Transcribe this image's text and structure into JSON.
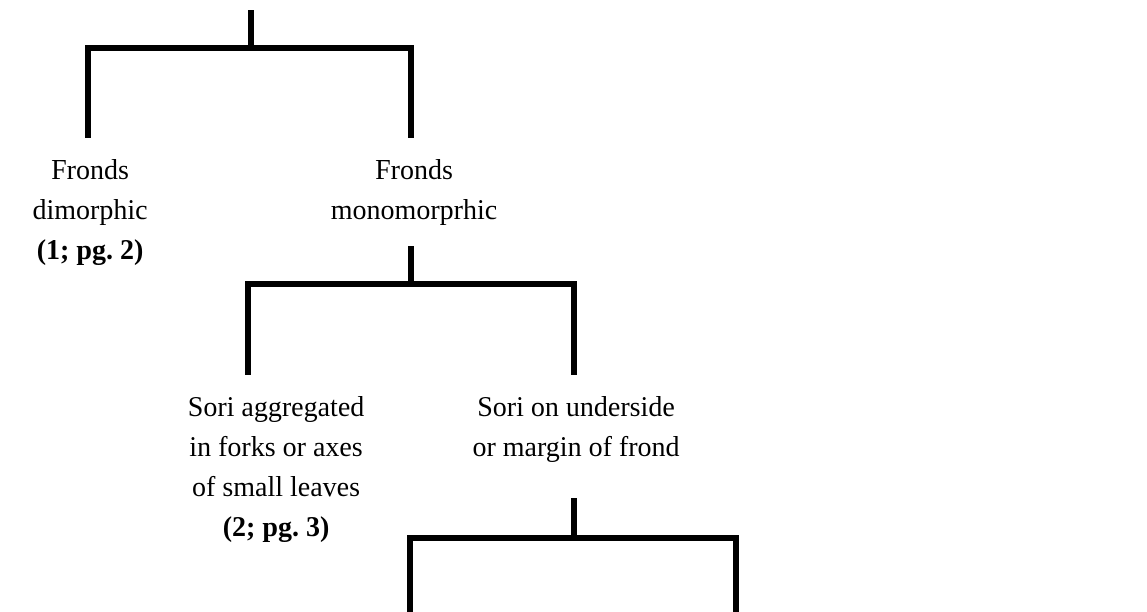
{
  "key": {
    "nodes": {
      "dimorphic": {
        "lines": [
          "Fronds",
          "dimorphic"
        ],
        "ref": "(1; pg. 2)"
      },
      "monomorphic": {
        "lines": [
          "Fronds",
          "monomorprhic"
        ],
        "ref": ""
      },
      "sori_aggregated": {
        "lines": [
          "Sori aggregated",
          "in forks or axes",
          "of small leaves"
        ],
        "ref": "(2; pg. 3)"
      },
      "sori_underside": {
        "lines": [
          "Sori on underside",
          "or margin of frond"
        ],
        "ref": ""
      }
    },
    "line_color": "#000000"
  }
}
